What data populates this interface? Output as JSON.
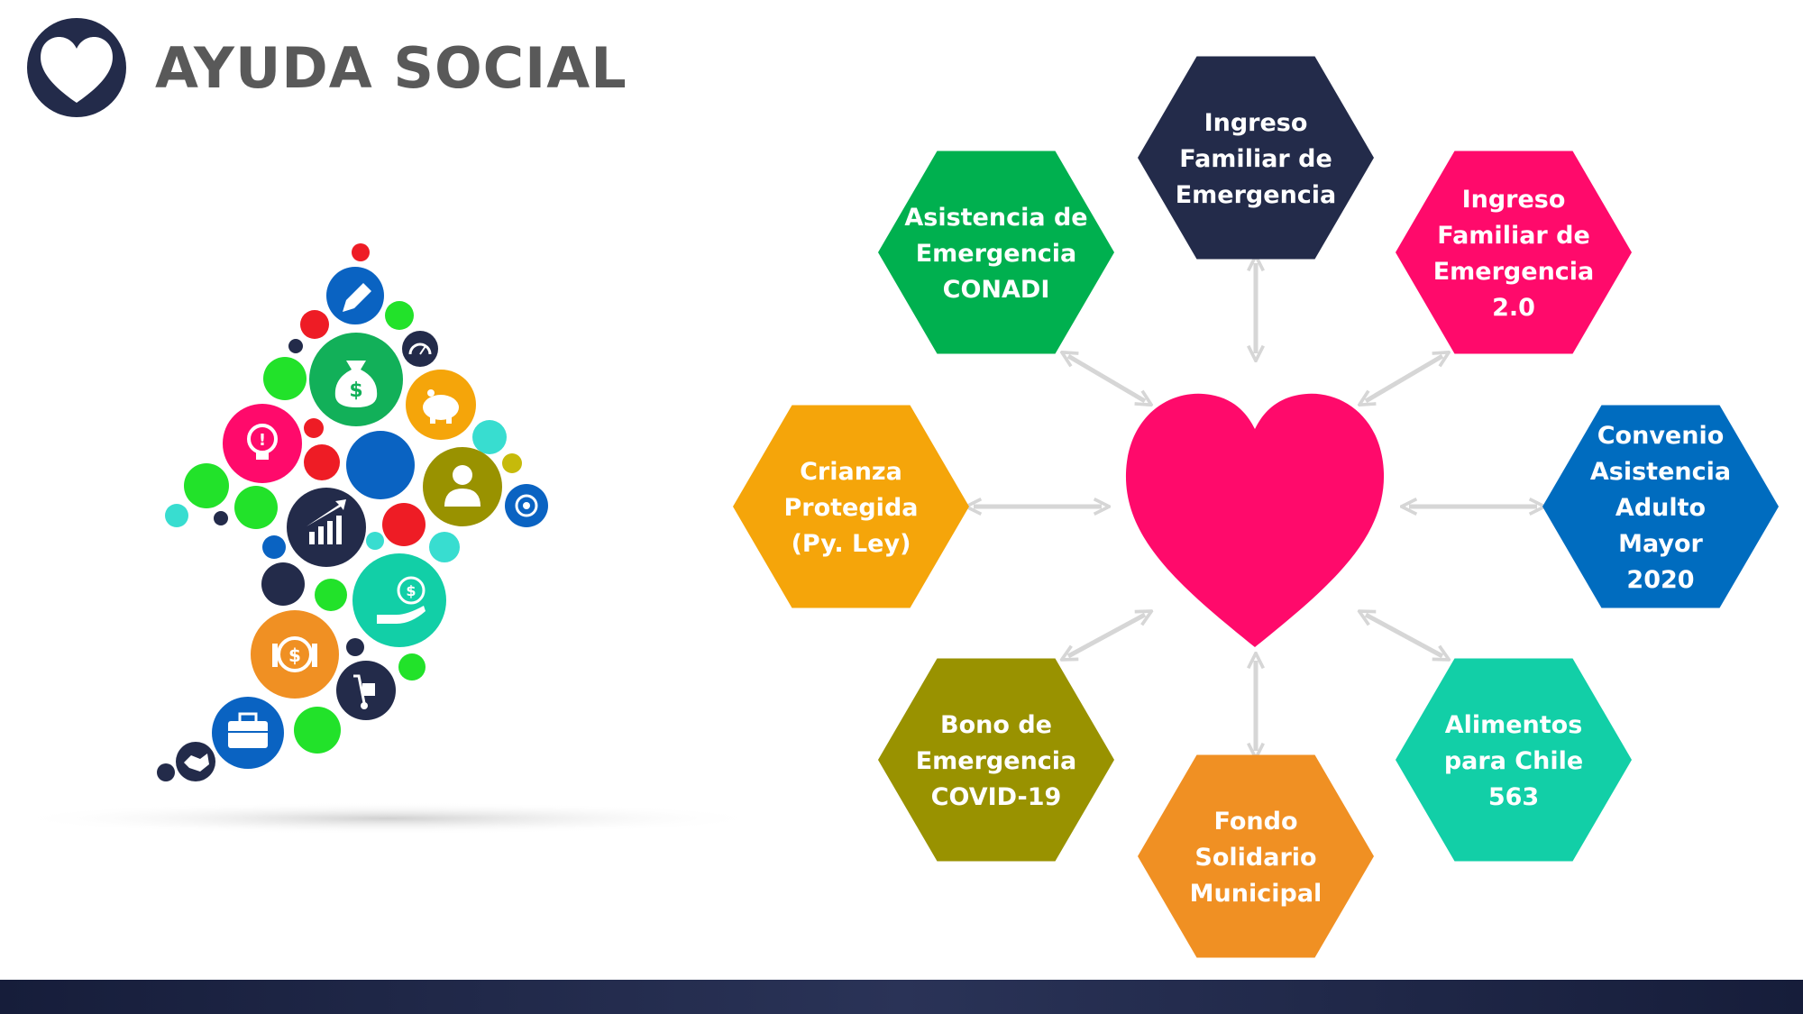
{
  "header": {
    "title": "AYUDA SOCIAL",
    "logo_icon": "heart-outline-icon"
  },
  "center": {
    "icon": "heart-icon",
    "color": "#ff0a6b"
  },
  "programs": [
    {
      "id": "ingreso-familiar-emergencia",
      "lines": [
        "Ingreso",
        "Familiar de",
        "Emergencia"
      ],
      "color": "#232b4a"
    },
    {
      "id": "ingreso-familiar-emergencia-2",
      "lines": [
        "Ingreso",
        "Familiar de",
        "Emergencia",
        "2.0"
      ],
      "color": "#ff0a6b"
    },
    {
      "id": "convenio-asistencia-adulto-mayor",
      "lines": [
        "Convenio",
        "Asistencia",
        "Adulto",
        "Mayor",
        "2020"
      ],
      "color": "#006cbf"
    },
    {
      "id": "alimentos-para-chile",
      "lines": [
        "Alimentos",
        "para Chile",
        "563"
      ],
      "color": "#12cfa7"
    },
    {
      "id": "fondo-solidario-municipal",
      "lines": [
        "Fondo",
        "Solidario",
        "Municipal"
      ],
      "color": "#f09023"
    },
    {
      "id": "bono-emergencia-covid",
      "lines": [
        "Bono de",
        "Emergencia",
        "COVID-19"
      ],
      "color": "#999200"
    },
    {
      "id": "crianza-protegida",
      "lines": [
        "Crianza",
        "Protegida",
        "(Py. Ley)"
      ],
      "color": "#f5a50a"
    },
    {
      "id": "asistencia-emergencia-conadi",
      "lines": [
        "Asistencia de",
        "Emergencia",
        "CONADI"
      ],
      "color": "#00b04f"
    }
  ],
  "arrow_color": "#d6d6d6",
  "decoration": {
    "icons": [
      "pencil-icon",
      "money-bag-icon",
      "gauge-icon",
      "piggy-bank-icon",
      "lightbulb-icon",
      "person-icon",
      "target-icon",
      "growth-chart-icon",
      "money-hand-icon",
      "coins-icon",
      "hand-truck-icon",
      "briefcase-icon",
      "handshake-icon"
    ]
  },
  "footer_color": "#1e2644"
}
